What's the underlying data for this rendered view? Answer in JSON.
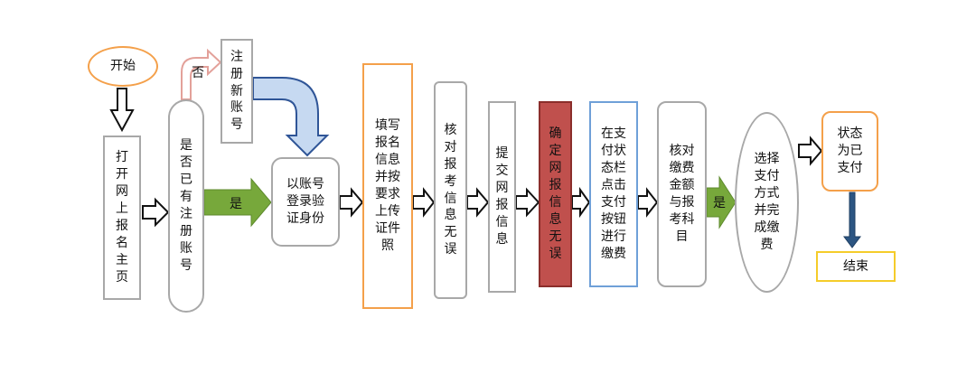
{
  "nodes": {
    "start": "开始",
    "open_site": "打\n开\n网\n上\n报\n名\n主\n页",
    "registered_q": "是\n否\n已\n有\n注\n册\n账\n号",
    "register": "注\n册\n新\n账\n号",
    "login": "以账号\n登录验\n证身份",
    "fill_info": "填写\n报名\n信息\n并按\n要求\n上传\n证件\n照",
    "check_info": "核\n对\n报\n考\n信\n息\n无\n误",
    "submit": "提\n交\n网\n报\n信\n息",
    "confirm": "确\n定\n网\n报\n信\n息\n无\n误",
    "pay_click": "在支\n付状\n态栏\n点击\n支付\n按钮\n进行\n缴费",
    "check_fee": "核对\n缴费\n金额\n与报\n考科\n目",
    "choose_pay": "选择\n支付\n方式\n并完\n成缴\n费",
    "status_paid": "状态\n为已\n支付",
    "end": "结束"
  },
  "labels": {
    "no": "否",
    "yes1": "是",
    "yes2": "是"
  },
  "colors": {
    "orange": "#f4a04a",
    "gray": "#a8a8a8",
    "red_fill": "#c0504d",
    "blue_border": "#6fa0d8",
    "green": "#77a83b",
    "pink": "#e3a19a",
    "blue_arrow_fill": "#c6d9f1",
    "blue_arrow_stroke": "#2f5597",
    "dark_blue": "#2c5582",
    "yellow": "#f5cc2a"
  }
}
